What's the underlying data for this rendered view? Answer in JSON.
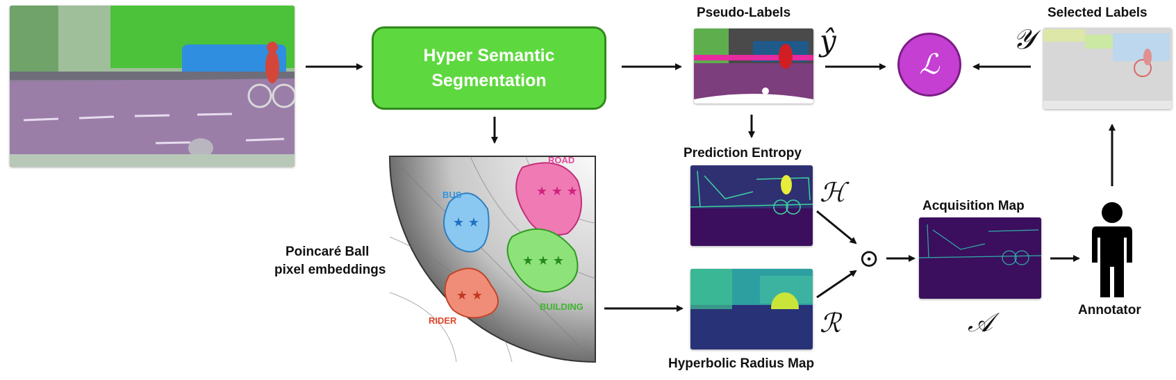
{
  "process": {
    "label": "Hyper Semantic\nSegmentation"
  },
  "labels": {
    "pseudo_labels": "Pseudo-Labels",
    "selected_labels": "Selected Labels",
    "prediction_entropy": "Prediction Entropy",
    "acquisition_map": "Acquisition Map",
    "hyperbolic_radius_map": "Hyperbolic Radius Map",
    "poincare_line1": "Poincaré Ball",
    "poincare_line2": "pixel embeddings",
    "annotator": "Annotator"
  },
  "symbols": {
    "y_hat": "ŷ",
    "y": "𝒴",
    "loss": "ℒ",
    "entropy": "ℋ",
    "radius": "ℛ",
    "acquisition": "𝒜",
    "product": "⊙"
  },
  "clusters": [
    {
      "name": "ROAD",
      "color": "#e8489a"
    },
    {
      "name": "BUS",
      "color": "#2f95e0"
    },
    {
      "name": "BUILDING",
      "color": "#3fb52e"
    },
    {
      "name": "RIDER",
      "color": "#e0462a"
    }
  ],
  "colors": {
    "segmentation_fill": "#5ed83f",
    "loss_fill": "#c53fd2",
    "entropy_map_base": "#3b0f5e",
    "road_purple": "#7e3d7c"
  }
}
